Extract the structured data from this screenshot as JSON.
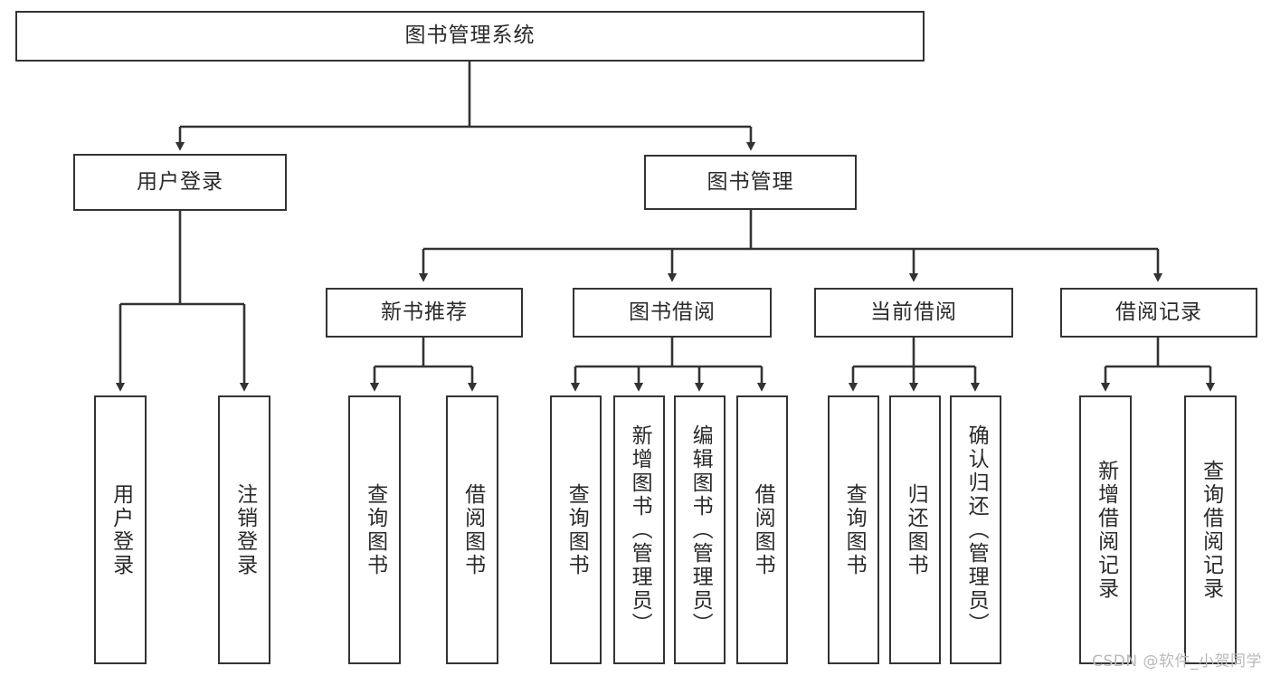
{
  "diagram": {
    "type": "tree-hierarchy-diagram",
    "title": "图书管理系统",
    "orientation": "top-down",
    "colors": {
      "box_border": "#333333",
      "box_fill": "#ffffff",
      "edge": "#333333",
      "text": "#2a2a2a",
      "watermark": "#b9b9b9",
      "background": "#ffffff"
    },
    "levels": 4,
    "nodes": {
      "root": {
        "label": "图书管理系统"
      },
      "level2": [
        {
          "id": "user-login",
          "label": "用户登录"
        },
        {
          "id": "book-management",
          "label": "图书管理"
        }
      ],
      "level3": [
        {
          "id": "new-book-recommend",
          "label": "新书推荐"
        },
        {
          "id": "book-borrow",
          "label": "图书借阅"
        },
        {
          "id": "current-borrow",
          "label": "当前借阅"
        },
        {
          "id": "borrow-record",
          "label": "借阅记录"
        }
      ],
      "leaves": {
        "user-login": [
          {
            "id": "leaf-user-login",
            "label": "用户登录"
          },
          {
            "id": "leaf-logout-login",
            "label": "注销登录"
          }
        ],
        "new-book-recommend": [
          {
            "id": "leaf-query-book-1",
            "label": "查询图书"
          },
          {
            "id": "leaf-borrow-book-1",
            "label": "借阅图书"
          }
        ],
        "book-borrow": [
          {
            "id": "leaf-query-book-2",
            "label": "查询图书"
          },
          {
            "id": "leaf-add-book",
            "label": "新增图书（管理员）"
          },
          {
            "id": "leaf-edit-book",
            "label": "编辑图书（管理员）"
          },
          {
            "id": "leaf-borrow-book-2",
            "label": "借阅图书"
          }
        ],
        "current-borrow": [
          {
            "id": "leaf-query-book-3",
            "label": "查询图书"
          },
          {
            "id": "leaf-return-book",
            "label": "归还图书"
          },
          {
            "id": "leaf-confirm-return",
            "label": "确认归还（管理员）"
          }
        ],
        "borrow-record": [
          {
            "id": "leaf-add-record",
            "label": "新增借阅记录"
          },
          {
            "id": "leaf-query-record",
            "label": "查询借阅记录"
          }
        ]
      }
    },
    "edges": [
      {
        "from": "图书管理系统",
        "to": "用户登录"
      },
      {
        "from": "图书管理系统",
        "to": "图书管理"
      },
      {
        "from": "用户登录",
        "to": "用户登录"
      },
      {
        "from": "用户登录",
        "to": "注销登录"
      },
      {
        "from": "图书管理",
        "to": "新书推荐"
      },
      {
        "from": "图书管理",
        "to": "图书借阅"
      },
      {
        "from": "图书管理",
        "to": "当前借阅"
      },
      {
        "from": "图书管理",
        "to": "借阅记录"
      },
      {
        "from": "新书推荐",
        "to": "查询图书"
      },
      {
        "from": "新书推荐",
        "to": "借阅图书"
      },
      {
        "from": "图书借阅",
        "to": "查询图书"
      },
      {
        "from": "图书借阅",
        "to": "新增图书（管理员）"
      },
      {
        "from": "图书借阅",
        "to": "编辑图书（管理员）"
      },
      {
        "from": "图书借阅",
        "to": "借阅图书"
      },
      {
        "from": "当前借阅",
        "to": "查询图书"
      },
      {
        "from": "当前借阅",
        "to": "归还图书"
      },
      {
        "from": "当前借阅",
        "to": "确认归还（管理员）"
      },
      {
        "from": "借阅记录",
        "to": "新增借阅记录"
      },
      {
        "from": "借阅记录",
        "to": "查询借阅记录"
      }
    ]
  },
  "watermark": {
    "text": "CSDN @软件_小贺同学"
  }
}
